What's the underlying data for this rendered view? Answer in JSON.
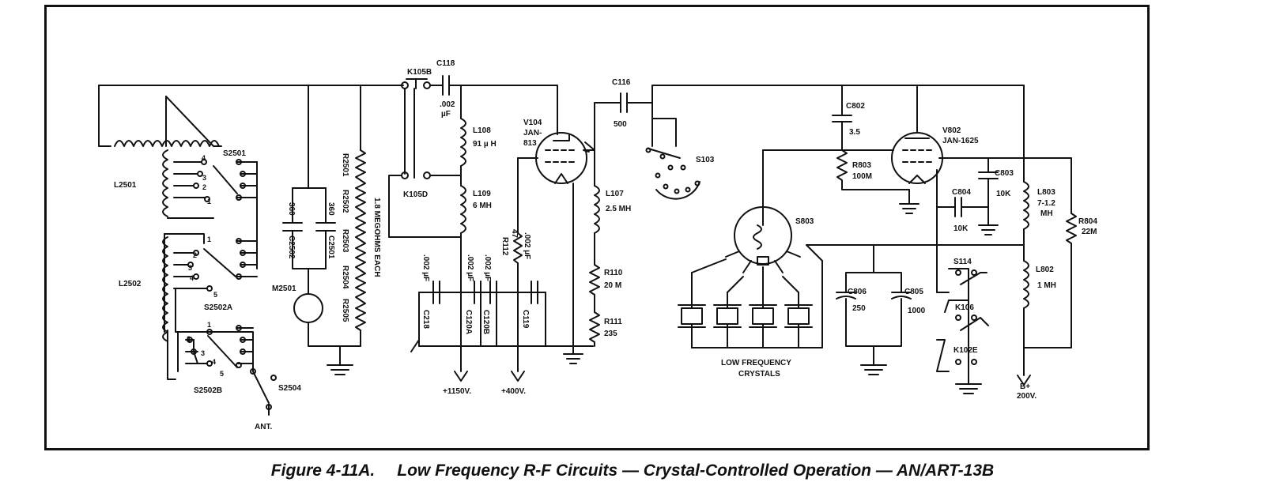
{
  "figure": {
    "number": "Figure 4-11A.",
    "title": "Low Frequency R-F Circuits — Crystal-Controlled Operation — AN/ART-13B"
  },
  "labels": {
    "l2501": "L2501",
    "s2501": "S2501",
    "l2502": "L2502",
    "s2502a": "S2502A",
    "s2502b": "S2502B",
    "s2504": "S2504",
    "ant": "ANT.",
    "c2502": "C2502",
    "c2502_val": "360",
    "c2501": "C2501",
    "c2501_val": "360",
    "m2501": "M2501",
    "r2501": "R2501",
    "r2502": "R2502",
    "r2503": "R2503",
    "r2504": "R2504",
    "r2505": "R2505",
    "r_each": "1.8 MEGOHMS EACH",
    "k105b": "K105B",
    "k105d": "K105D",
    "c118": "C118",
    "c118_val1": ".002",
    "c118_val2": "µF",
    "l108": "L108",
    "l108_val": "91 µ H",
    "l109": "L109",
    "l109_val": "6 MH",
    "c218": "C218",
    "c218_val": ".002 µF",
    "c120a": "C120A",
    "c120a_val": ".002 µF",
    "c120b": "C120B",
    "c120b_val": ".002 µF",
    "r112": "R112",
    "r112_val": "47",
    "c119": "C119",
    "c119_val": ".002 µF",
    "v104": "V104",
    "v104_type1": "JAN-",
    "v104_type2": "813",
    "c116": "C116",
    "c116_val": "500",
    "l107": "L107",
    "l107_val": "2.5 MH",
    "r110": "R110",
    "r110_val": "20 M",
    "r111": "R111",
    "r111_val": "235",
    "s103": "S103",
    "v1150": "+1150V.",
    "v400": "+400V.",
    "c802": "C802",
    "c802_val": "3.5",
    "r803": "R803",
    "r803_val": "100M",
    "v802": "V802",
    "v802_type": "JAN-1625",
    "c803": "C803",
    "c803_val": "10K",
    "c804": "C804",
    "c804_val": "10K",
    "l803": "L803",
    "l803_val1": "7-1.2",
    "l803_val2": "MH",
    "r804": "R804",
    "r804_val": "22M",
    "s803": "S803",
    "c806": "C806",
    "c806_val": "250",
    "c805": "C805",
    "c805_val": "1000",
    "s114": "S114",
    "k106": "K106",
    "k102e": "K102E",
    "l802": "L802",
    "l802_val": "1 MH",
    "crystals1": "LOW FREQUENCY",
    "crystals2": "CRYSTALS",
    "bplus1": "B+",
    "bplus2": "200V.",
    "n1": "1",
    "n2": "2",
    "n3": "3",
    "n4": "4",
    "n5": "5"
  }
}
